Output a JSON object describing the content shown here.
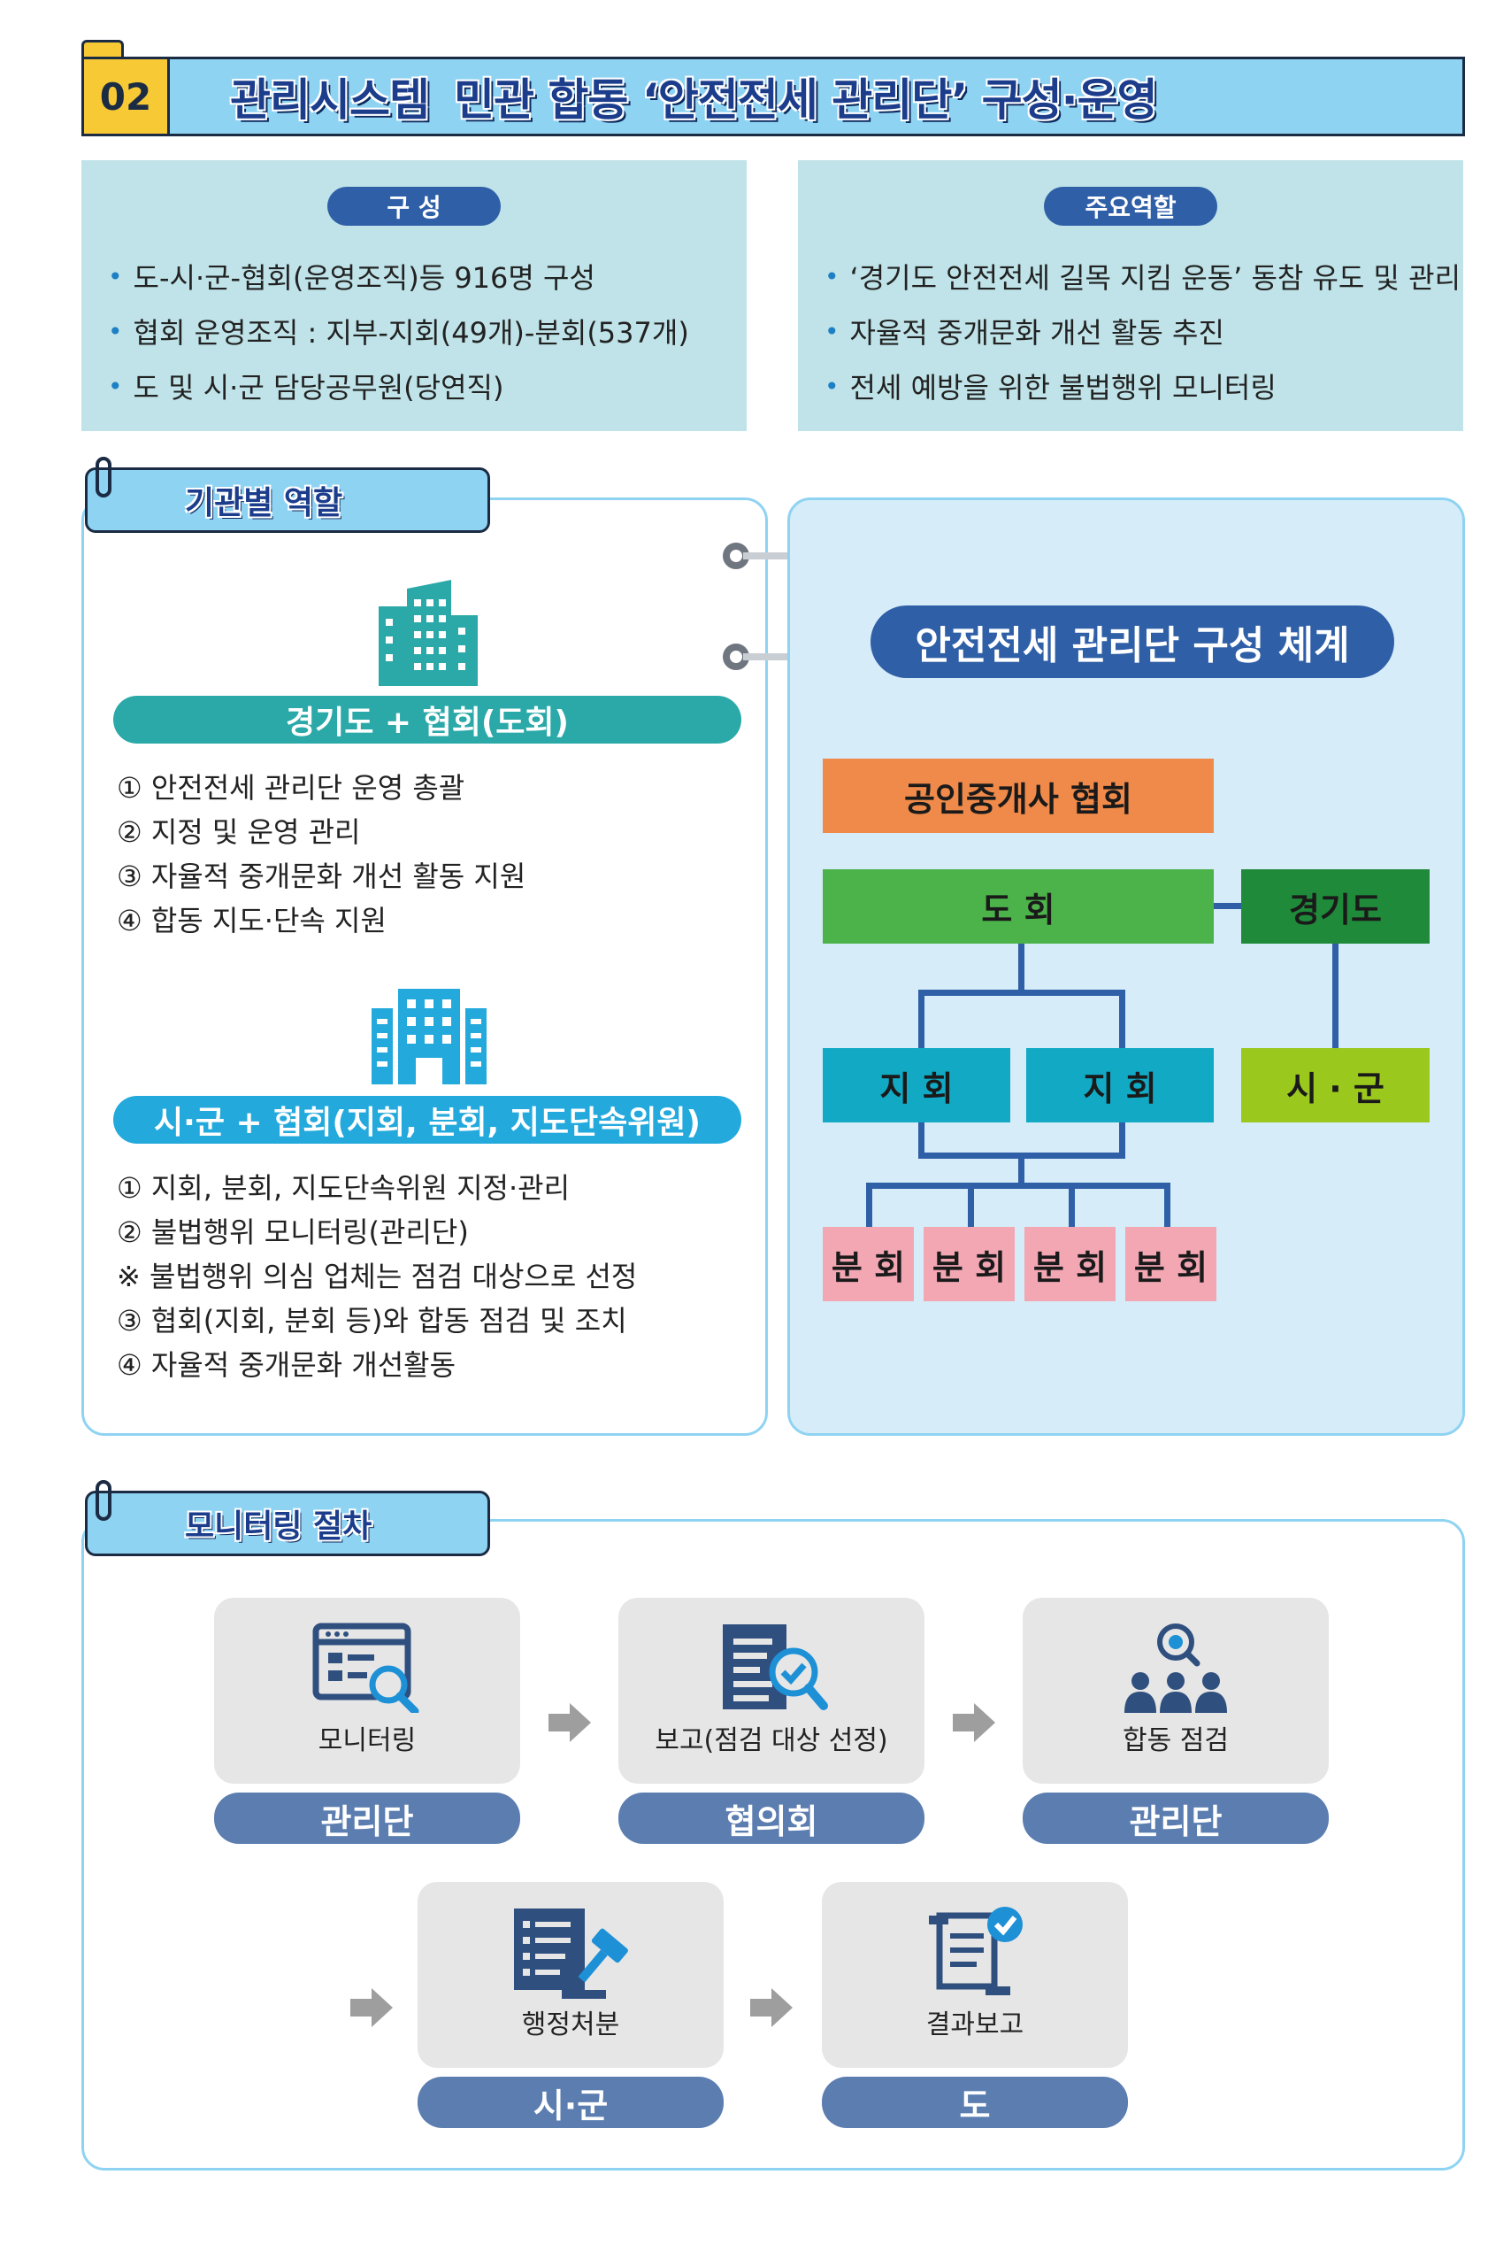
{
  "header": {
    "number": "02",
    "keyword": "관리시스템",
    "title": "민관 합동 ‘안전전세 관리단’ 구성·운영"
  },
  "composition": {
    "pill": "구 성",
    "bullets": [
      "도-시·군-협회(운영조직)등 916명 구성",
      "협회 운영조직 : 지부-지회(49개)-분회(537개)",
      "도 및 시·군 담당공무원(당연직)"
    ]
  },
  "roles": {
    "pill": "주요역할",
    "bullets": [
      "‘경기도 안전전세 길목 지킴 운동’ 동참 유도 및 관리",
      "자율적 중개문화 개선 활동 추진",
      "전세 예방을 위한 불법행위 모니터링"
    ]
  },
  "agency_roles": {
    "tab": "기관별 역할",
    "group1": {
      "title": "경기도 + 협회(도회)",
      "items": [
        "① 안전전세 관리단 운영 총괄",
        "② 지정 및 운영 관리",
        "③ 자율적 중개문화 개선 활동 지원",
        "④ 합동 지도·단속 지원"
      ]
    },
    "group2": {
      "title": "시·군 + 협회(지회, 분회, 지도단속위원)",
      "items": [
        "① 지회, 분회, 지도단속위원 지정·관리",
        "② 불법행위 모니터링(관리단)",
        "※ 불법행위 의심 업체는 점검 대상으로 선정",
        "③ 협회(지회, 분회 등)와 합동 점검 및 조치",
        "④ 자율적 중개문화 개선활동"
      ]
    }
  },
  "org": {
    "title": "안전전세 관리단 구성 체계",
    "association": "공인중개사 협회",
    "dohoe": "도 회",
    "gyeonggi": "경기도",
    "jihoe": "지 회",
    "sigun": "시 · 군",
    "bunhoe": "분 회"
  },
  "monitoring": {
    "tab": "모니터링 절차",
    "steps": [
      {
        "label": "모니터링",
        "actor": "관리단",
        "icon": "monitor-search-icon"
      },
      {
        "label": "보고(점검 대상 선정)",
        "actor": "협의회",
        "icon": "report-check-icon"
      },
      {
        "label": "합동 점검",
        "actor": "관리단",
        "icon": "team-gear-icon"
      },
      {
        "label": "행정처분",
        "actor": "시·군",
        "icon": "gavel-list-icon"
      },
      {
        "label": "결과보고",
        "actor": "도",
        "icon": "scroll-check-icon"
      }
    ]
  },
  "colors": {
    "navy": "#2f5fa7",
    "teal": "#2aa9a8",
    "sky": "#23a9dc",
    "orange": "#ef8a4a",
    "green": "#4cb24a",
    "dark_green": "#1f8a3a",
    "cyan": "#12a9c4",
    "lime": "#9bc81d",
    "pink": "#f2a7b3"
  }
}
